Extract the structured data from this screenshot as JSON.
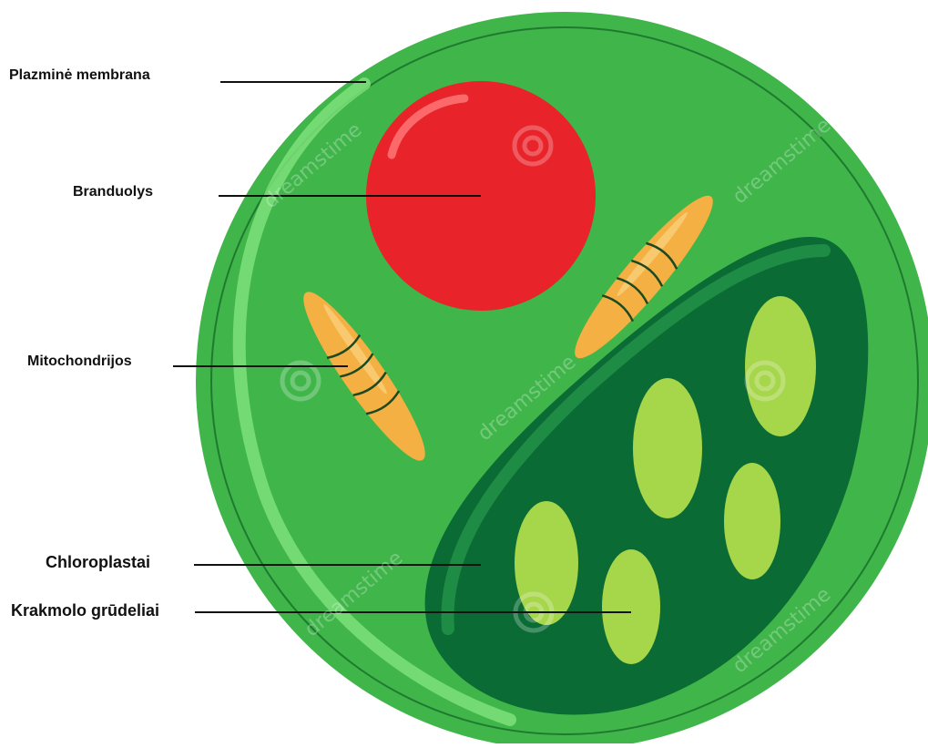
{
  "labels": {
    "plasma_membrane": "Plazminė membrana",
    "nucleus": "Branduolys",
    "mitochondria": "Mitochondrijos",
    "chloroplasts": "Chloroplastai",
    "starch_grains": "Krakmolo grūdeliai"
  },
  "watermark": "dreamstime",
  "colors": {
    "cell": "#3fb54a",
    "cell_highlight": "#6fd56e",
    "cell_outline": "#1f7a30",
    "nucleus": "#e8232a",
    "mitochondria": "#f4b042",
    "chloroplast": "#0a6b34",
    "chloroplast_rim": "#1e8c45",
    "starch": "#a6d64a",
    "leader_line": "#111111"
  }
}
